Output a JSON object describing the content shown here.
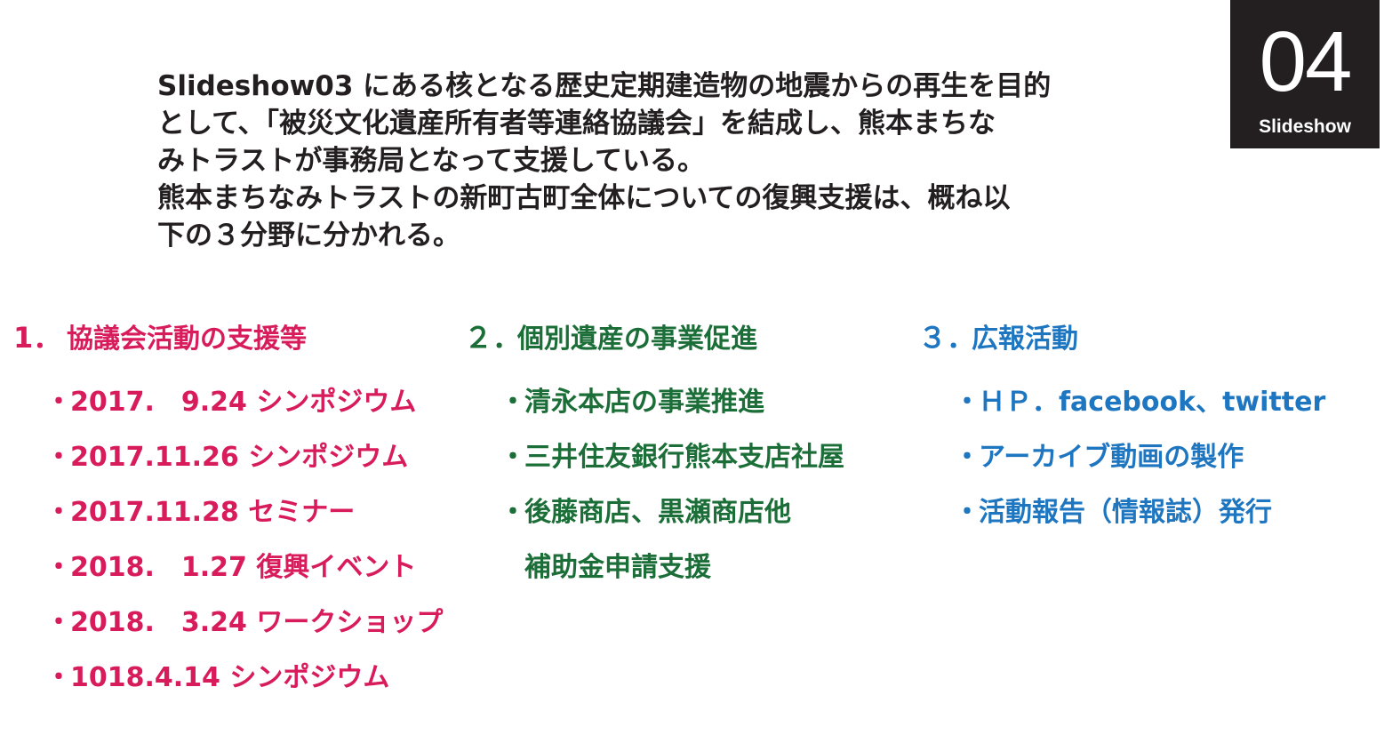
{
  "badge": {
    "number": "04",
    "label": "Slideshow"
  },
  "intro": {
    "lines": [
      "Slideshow03 にある核となる歴史定期建造物の地震からの再生を目的",
      "として、「被災文化遺産所有者等連絡協議会」を結成し、熊本まちな",
      "みトラストが事務局となって支援している。",
      "熊本まちなみトラストの新町古町全体についての復興支援は、概ね以",
      "下の３分野に分かれる。"
    ]
  },
  "colors": {
    "text": "#231f20",
    "section1": "#d81b5b",
    "section2": "#1b6e37",
    "section3": "#1f76c0",
    "badge_bg": "#231f20"
  },
  "sections": [
    {
      "number": "1．",
      "title": "協議会活動の支援等",
      "items": [
        {
          "bullet": "・",
          "text": "2017.　9.24 シンポジウム"
        },
        {
          "bullet": "・",
          "text": "2017.11.26 シンポジウム"
        },
        {
          "bullet": "・",
          "text": "2017.11.28 セミナー"
        },
        {
          "bullet": "・",
          "text": "2018.　1.27 復興イベント"
        },
        {
          "bullet": "・",
          "text": "2018.　3.24 ワークショップ"
        },
        {
          "bullet": "・",
          "text": "1018.4.14 シンポジウム"
        }
      ]
    },
    {
      "number": "２．",
      "title": "個別遺産の事業促進",
      "items": [
        {
          "bullet": "・",
          "text": "清永本店の事業推進"
        },
        {
          "bullet": "・",
          "text": "三井住友銀行熊本支店社屋"
        },
        {
          "bullet": "・",
          "text": "後藤商店、黒瀬商店他"
        },
        {
          "bullet": "",
          "text": "補助金申請支援"
        }
      ]
    },
    {
      "number": "３．",
      "title": "広報活動",
      "items": [
        {
          "bullet": "・",
          "text": "ＨＰ．facebook、twitter"
        },
        {
          "bullet": "・",
          "text": "アーカイブ動画の製作"
        },
        {
          "bullet": "・",
          "text": "活動報告（情報誌）発行"
        }
      ]
    }
  ]
}
